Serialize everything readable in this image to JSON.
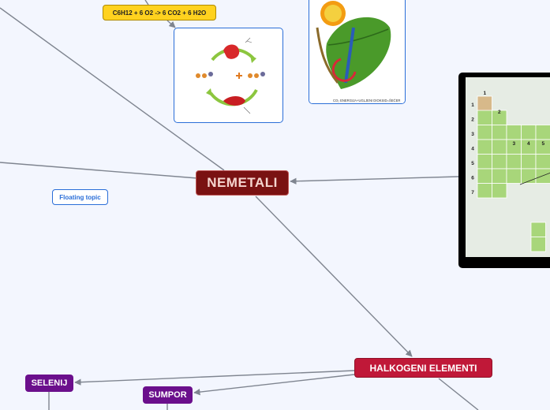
{
  "nodes": {
    "formula": "C6H12 + 6 O2 -> 6 CO2 + 6 H2O",
    "main": "NEMETALI",
    "floating": "Floating topic",
    "halkogeni": "HALKOGENI ELEMENTI",
    "selenij": "SELENIJ",
    "sumpor": "SUMPOR"
  },
  "leaf_image": {
    "caption": "CO₂ ENERGIJA+UGLJENI DIOKSID=ŠEĆER"
  },
  "periodic_table": {
    "group_numbers": [
      "1",
      "2",
      "3",
      "4",
      "5"
    ],
    "period_numbers": [
      "1",
      "2",
      "3",
      "4",
      "5",
      "6",
      "7"
    ]
  },
  "colors": {
    "background": "#f3f6fe",
    "main_node": "#7a1212",
    "halkogeni_node": "#c01838",
    "element_nodes": "#6b0f8c",
    "formula_node": "#ffd21f",
    "connector": "#7f8590",
    "image_border": "#2a6ed8"
  }
}
